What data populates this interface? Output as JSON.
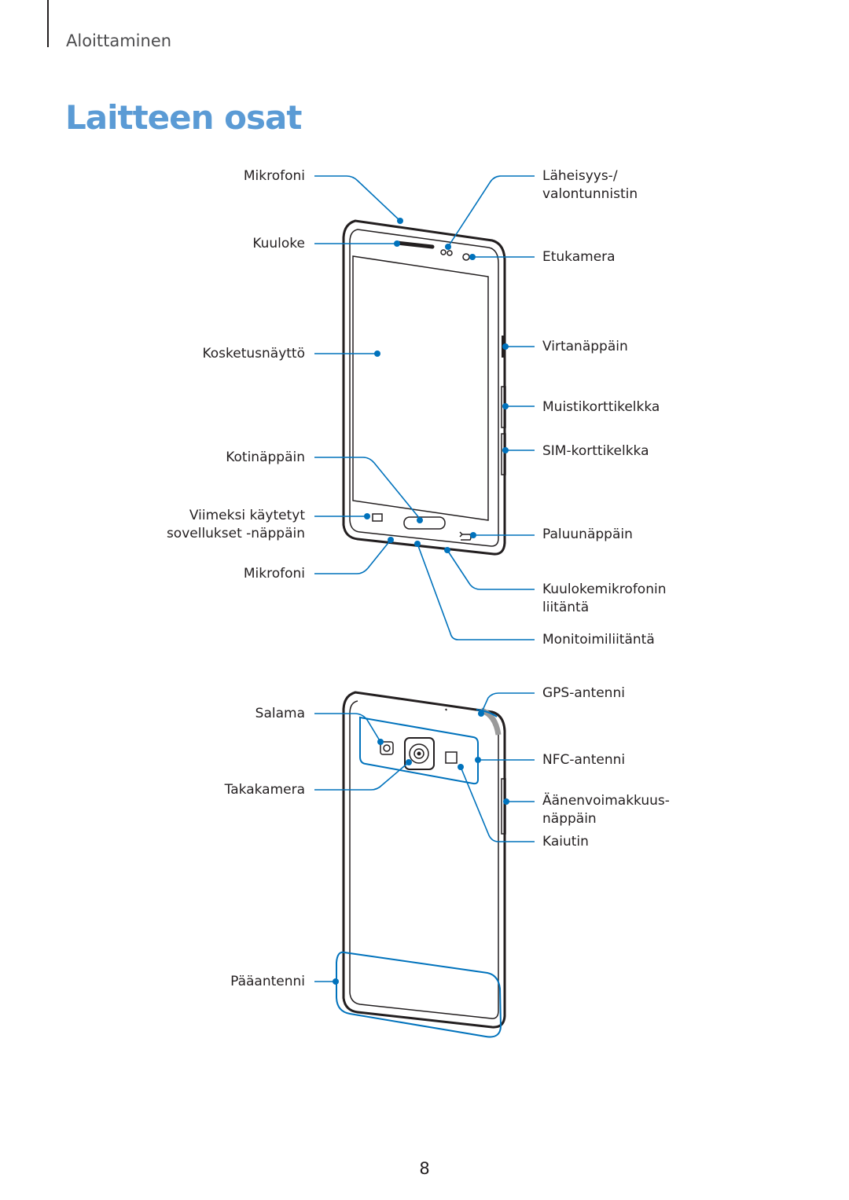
{
  "header": {
    "section": "Aloittaminen"
  },
  "title": "Laitteen osat",
  "front": {
    "left": {
      "mikrofoni_top": "Mikrofoni",
      "kuuloke": "Kuuloke",
      "kosketusnaytto": "Kosketusnäyttö",
      "kotinappain": "Kotinäppäin",
      "viimeksi_line1": "Viimeksi käytetyt",
      "viimeksi_line2": "sovellukset -näppäin",
      "mikrofoni_bottom": "Mikrofoni"
    },
    "right": {
      "laheisyys_line1": "Läheisyys-/",
      "laheisyys_line2": "valontunnistin",
      "etukamera": "Etukamera",
      "virtanappain": "Virtanäppäin",
      "muistikortti": "Muistikorttikelkka",
      "simkortti": "SIM-korttikelkka",
      "paluunappain": "Paluunäppäin",
      "kuulokemikrofoni_line1": "Kuulokemikrofonin",
      "kuulokemikrofoni_line2": "liitäntä",
      "monitoimi": "Monitoimiliitäntä"
    }
  },
  "back": {
    "left": {
      "salama": "Salama",
      "takakamera": "Takakamera",
      "paaantenni": "Pääantenni"
    },
    "right": {
      "gps": "GPS-antenni",
      "nfc": "NFC-antenni",
      "volume_line1": "Äänenvoimakkuus-",
      "volume_line2": "näppäin",
      "kaiutin": "Kaiutin"
    }
  },
  "page_number": "8",
  "colors": {
    "accent": "#5b9bd5",
    "callout": "#0072bc",
    "device": "#231f20"
  }
}
